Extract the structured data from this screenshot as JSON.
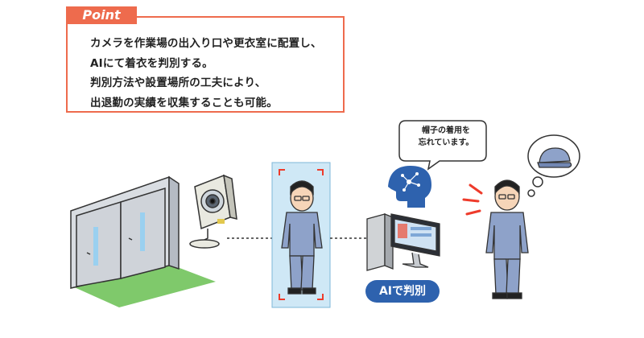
{
  "point": {
    "tag": "Point",
    "lines": [
      "カメラを作業場の出入り口や更衣室に配置し、",
      "AIにて着衣を判別する。",
      "判別方法や設置場所の工夫により、",
      "出退勤の実績を収集することも可能。"
    ]
  },
  "speech": {
    "line1": "帽子の着用を",
    "line2": "忘れています。"
  },
  "ai_label": "AIで判別",
  "colors": {
    "accent": "#ee6b4d",
    "ai_blue": "#2e62ae",
    "floor_green": "#7fc96b",
    "uniform": "#8ea2c9",
    "highlight_box": "#ee3b2b"
  }
}
